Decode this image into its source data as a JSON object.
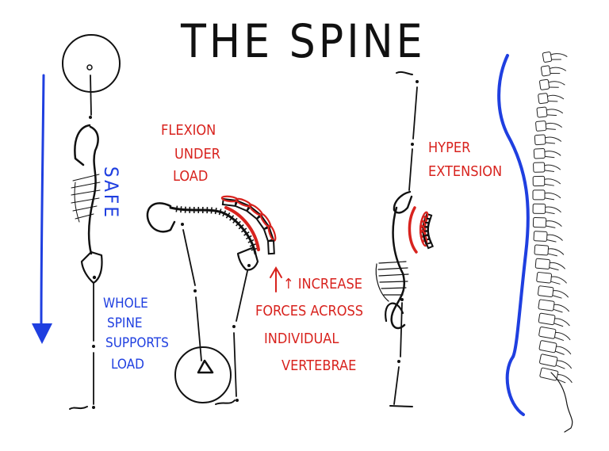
{
  "title": "THE SPINE",
  "colors": {
    "ink": "#111111",
    "annotation_red": "#d8231e",
    "annotation_blue": "#1f3fe0",
    "background": "#ffffff"
  },
  "figures": [
    {
      "id": "neutral-upright",
      "label_vertical": "SAFE",
      "caption_lines": [
        "WHOLE",
        "SPINE",
        "SUPPORTS",
        "LOAD"
      ],
      "arrow": "downward-load-arrow"
    },
    {
      "id": "flexion",
      "caption_lines": [
        "FLEXION",
        "UNDER",
        "LOAD"
      ],
      "note_lines": [
        "↑ INCREASE",
        "FORCES ACROSS",
        "INDIVIDUAL",
        "VERTEBRAE"
      ]
    },
    {
      "id": "hyperextension",
      "caption_lines": [
        "HYPER",
        "EXTENSION"
      ]
    },
    {
      "id": "anatomical-spine",
      "caption_lines": []
    }
  ]
}
